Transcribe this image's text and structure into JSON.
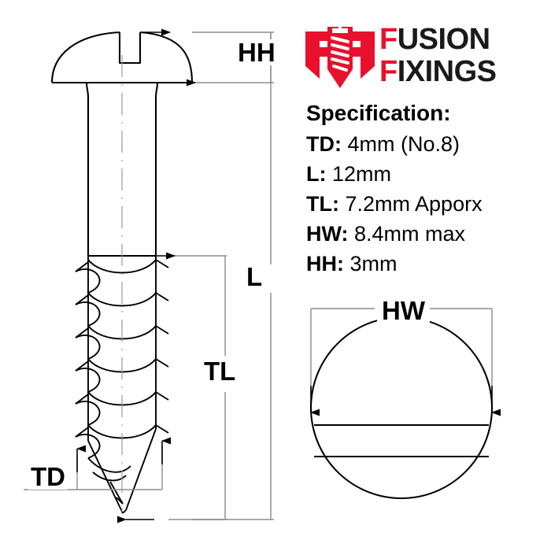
{
  "background": "#ffffff",
  "brand": {
    "name_line1_accent": "F",
    "name_line1_rest": "USION",
    "name_line2_accent": "F",
    "name_line2_rest": "IXINGS",
    "accent_color": "#e8112d",
    "text_color": "#1a1a1a",
    "mark_icon": "screw-logo-icon"
  },
  "spec": {
    "title": "Specification:",
    "rows": [
      {
        "key": "TD:",
        "value": "4mm (No.8)"
      },
      {
        "key": "L:",
        "value": "12mm"
      },
      {
        "key": "TL:",
        "value": "7.2mm Apporx"
      },
      {
        "key": "HW:",
        "value": "8.4mm max"
      },
      {
        "key": "HH:",
        "value": "3mm"
      }
    ]
  },
  "dimensions": {
    "hh": "HH",
    "l": "L",
    "tl": "TL",
    "td": "TD",
    "hw": "HW"
  },
  "drawing": {
    "line_color": "#000000",
    "dimension_line_color": "#808080",
    "side_view": "round-head-slotted-wood-screw-side-view",
    "top_view": "round-head-slotted-screw-top-view"
  }
}
